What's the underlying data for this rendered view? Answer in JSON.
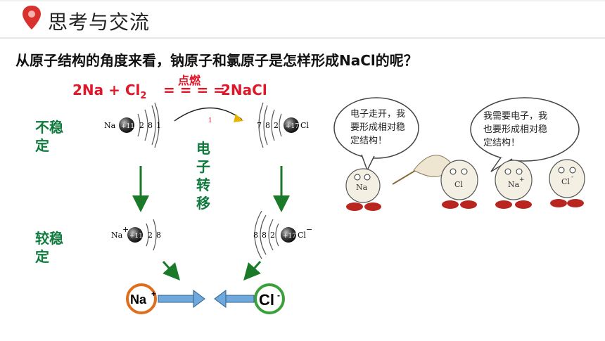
{
  "header": {
    "title": "思考与交流",
    "pin_color": "#d9322e"
  },
  "question": "从原子结构的角度来看，钠原子和氯原子是怎样形成NaCl的呢？",
  "equation": {
    "left": "2Na + Cl",
    "sub": "2",
    "equals": "= = = =",
    "right": "2NaCl",
    "condition": "点燃",
    "color": "#e0162b"
  },
  "labels": {
    "unstable": [
      "不稳",
      "定"
    ],
    "more_stable": [
      "较稳",
      "定"
    ],
    "transfer": [
      "电",
      "子",
      "转",
      "移"
    ],
    "color": "#0e7a3b"
  },
  "atoms": {
    "na_before": {
      "symbol": "Na",
      "nucleus": "+11",
      "shells": [
        "2",
        "8",
        "1"
      ]
    },
    "cl_before": {
      "symbol": "Cl",
      "nucleus": "+17",
      "shells": [
        "7",
        "8",
        "2"
      ]
    },
    "na_after": {
      "symbol": "Na",
      "charge": "+",
      "nucleus": "+11",
      "shells": [
        "2",
        "8"
      ]
    },
    "cl_after": {
      "symbol": "Cl",
      "charge": "−",
      "nucleus": "+17",
      "shells": [
        "8",
        "8",
        "2"
      ]
    },
    "transfer_electron": "1"
  },
  "ions": {
    "na": {
      "text": "Na",
      "charge": "+",
      "color": "#e06d1c"
    },
    "cl": {
      "text": "Cl",
      "charge": "-",
      "color": "#3aa03a"
    }
  },
  "cartoon": {
    "bubble_left": [
      "电子走开，我",
      "要形成相对稳",
      "定结构！"
    ],
    "bubble_right": [
      "我需要电子，我",
      "也要形成相对稳",
      "定结构！"
    ],
    "characters": [
      "Na",
      "Cl",
      "Na",
      "Cl"
    ],
    "charges": [
      "+",
      "-"
    ]
  }
}
